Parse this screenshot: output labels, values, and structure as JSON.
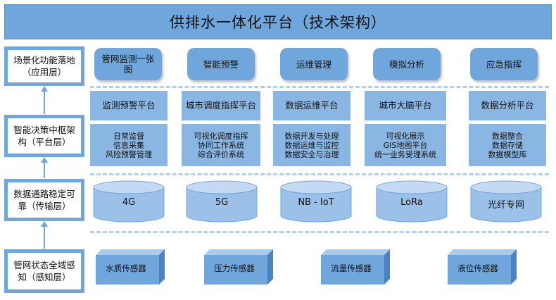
{
  "title": "供排水一体化平台（技术架构）",
  "layers": [
    {
      "label": "场景化功能落地（应用层）"
    },
    {
      "label": "智能决策中枢架构（平台层）"
    },
    {
      "label": "数据通路稳定可靠（传输层）"
    },
    {
      "label": "管网状态全域感知（感知层）"
    }
  ],
  "application": [
    {
      "label": "管网监测一张图"
    },
    {
      "label": "智能预警"
    },
    {
      "label": "运维管理"
    },
    {
      "label": "模拟分析"
    },
    {
      "label": "应急指挥"
    }
  ],
  "platform": [
    {
      "name": "监测预警平台",
      "items": [
        "日常监督",
        "信息采集",
        "风险预警管理"
      ]
    },
    {
      "name": "城市调度指挥平台",
      "items": [
        "可视化调度指挥",
        "协同工作系统",
        "综合评价系统"
      ]
    },
    {
      "name": "数据运维平台",
      "items": [
        "数据开发与处理",
        "数据运维与监控",
        "数据安全与治理"
      ]
    },
    {
      "name": "城市大脑平台",
      "items": [
        "可视化展示",
        "GIS地图平台",
        "统一业务受理系统"
      ]
    },
    {
      "name": "数据分析平台",
      "items": [
        "数据整合",
        "数据存储",
        "数据模型库"
      ]
    }
  ],
  "transport": [
    {
      "label": "4G"
    },
    {
      "label": "5G"
    },
    {
      "label": "NB - IoT"
    },
    {
      "label": "LoRa"
    },
    {
      "label": "光纤专网"
    }
  ],
  "sensors": [
    {
      "label": "水质传感器"
    },
    {
      "label": "压力传感器"
    },
    {
      "label": "流量传感器"
    },
    {
      "label": "液位传感器"
    }
  ],
  "colors": {
    "primary": "#6fa6dc",
    "platform_fill": "#8ab6e3",
    "cylinder_fill": "#9bc1e8",
    "sensor_front": "#6fa6dc",
    "sensor_top": "#a9cbec",
    "sensor_side": "#4a84c0",
    "dash": "#b6cfe8"
  }
}
